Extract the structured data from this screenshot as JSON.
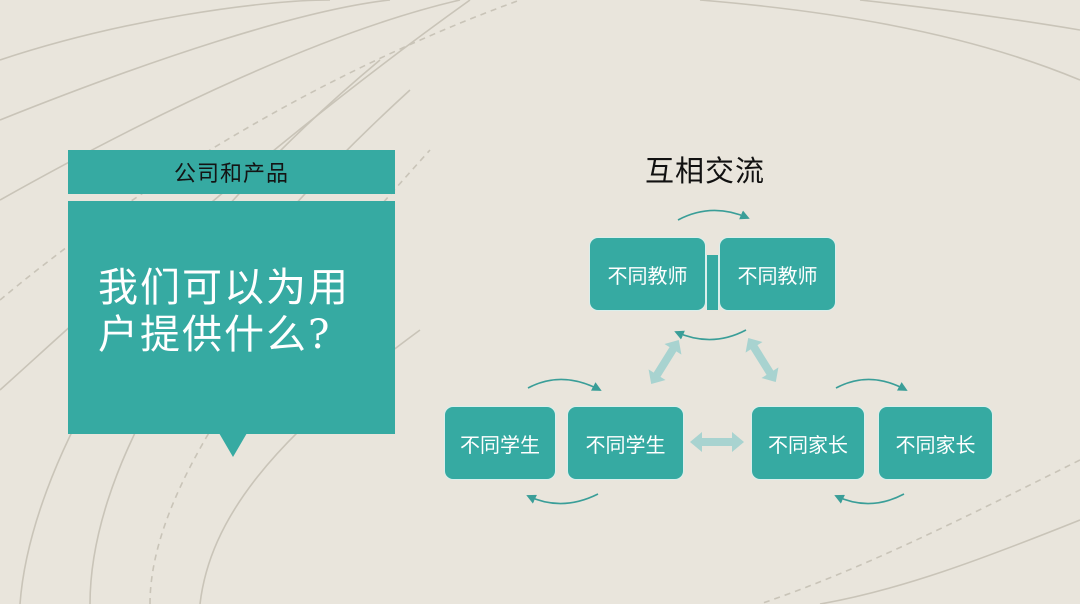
{
  "slide": {
    "section_label": "公司和产品",
    "title": "我们可以为用户提供什么?"
  },
  "diagram": {
    "title": "互相交流",
    "nodes": {
      "teacher_a": "不同教师",
      "teacher_b": "不同教师",
      "student_a": "不同学生",
      "student_b": "不同学生",
      "parent_a": "不同家长",
      "parent_b": "不同家长"
    }
  },
  "colors": {
    "background": "#e9e5dc",
    "teal": "#36aaa2",
    "arrow_light": "#a8d3d0",
    "curve_arrow": "#3a9e98"
  }
}
